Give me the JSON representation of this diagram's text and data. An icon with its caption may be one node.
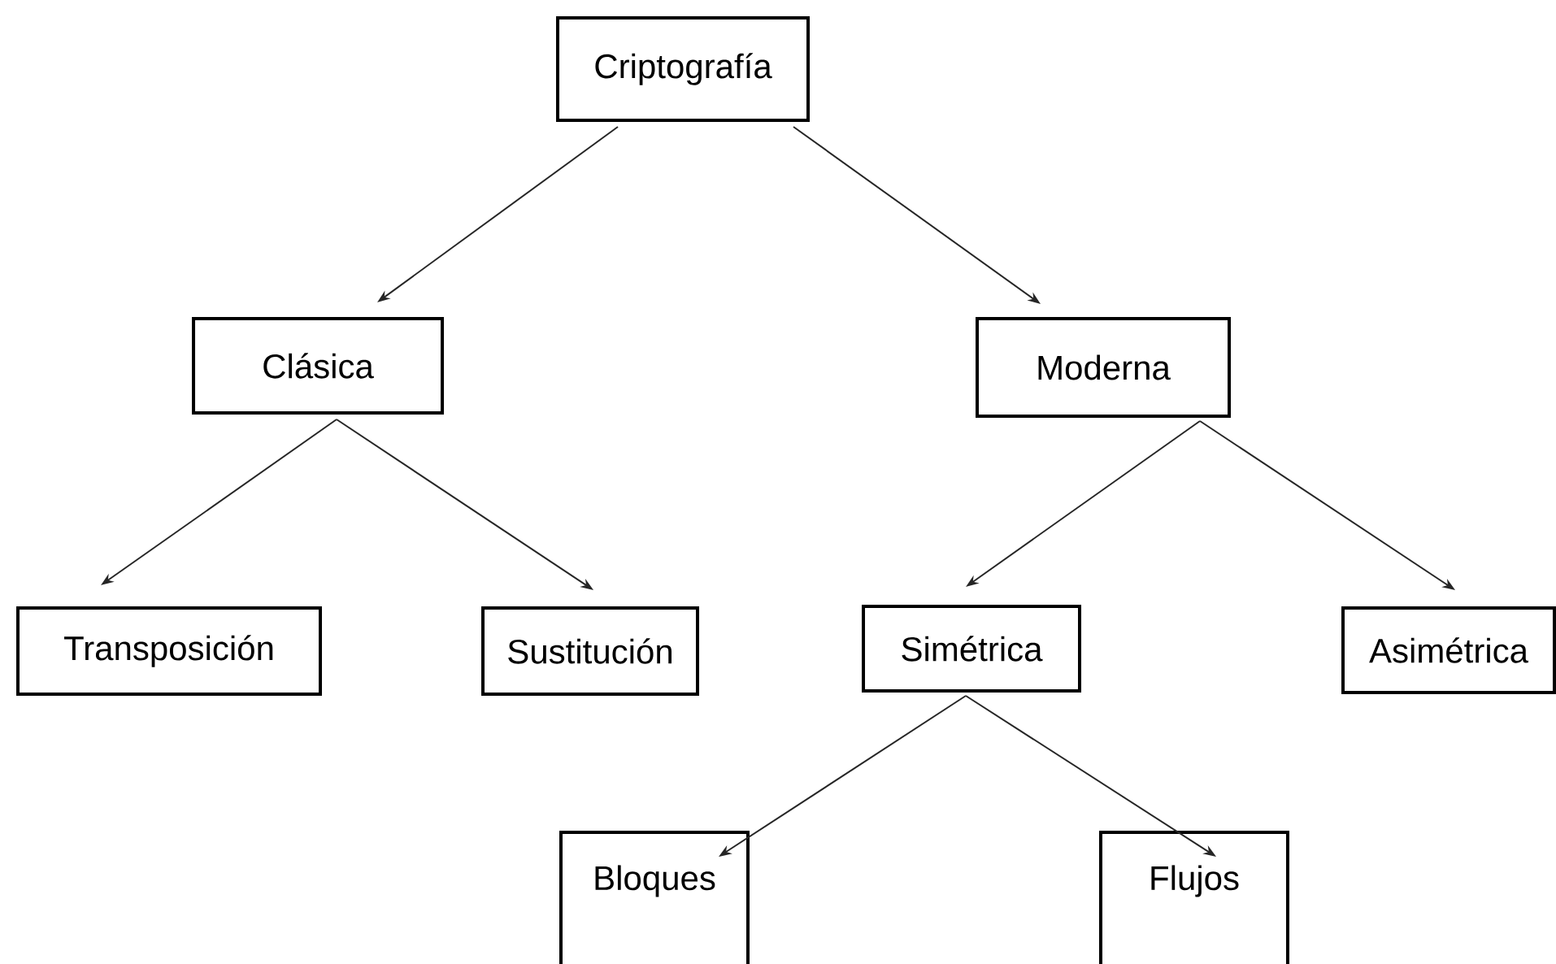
{
  "diagram": {
    "nodes": [
      {
        "text": [
          "Criptografía"
        ]
      },
      {
        "text": [
          "Clásica"
        ]
      },
      {
        "text": [
          "Moderna"
        ]
      },
      {
        "text": [
          "Transposición"
        ]
      },
      {
        "text": [
          "Sustitución"
        ]
      },
      {
        "text": [
          "Simétrica"
        ]
      },
      {
        "text": [
          "Asimétrica"
        ]
      },
      {
        "text": [
          "Bloques"
        ]
      },
      {
        "text": [
          "Flujos"
        ]
      }
    ],
    "edges": [
      {
        "from": 0,
        "to": 1,
        "arrow": "to"
      },
      {
        "from": 0,
        "to": 2,
        "arrow": "to"
      },
      {
        "from": 1,
        "to": 3,
        "arrow": "to"
      },
      {
        "from": 1,
        "to": 4,
        "arrow": "to"
      },
      {
        "from": 2,
        "to": 5,
        "arrow": "to"
      },
      {
        "from": 2,
        "to": 6,
        "arrow": "to"
      },
      {
        "from": 5,
        "to": 7,
        "arrow": "to"
      },
      {
        "from": 5,
        "to": 8,
        "arrow": "to"
      }
    ]
  }
}
